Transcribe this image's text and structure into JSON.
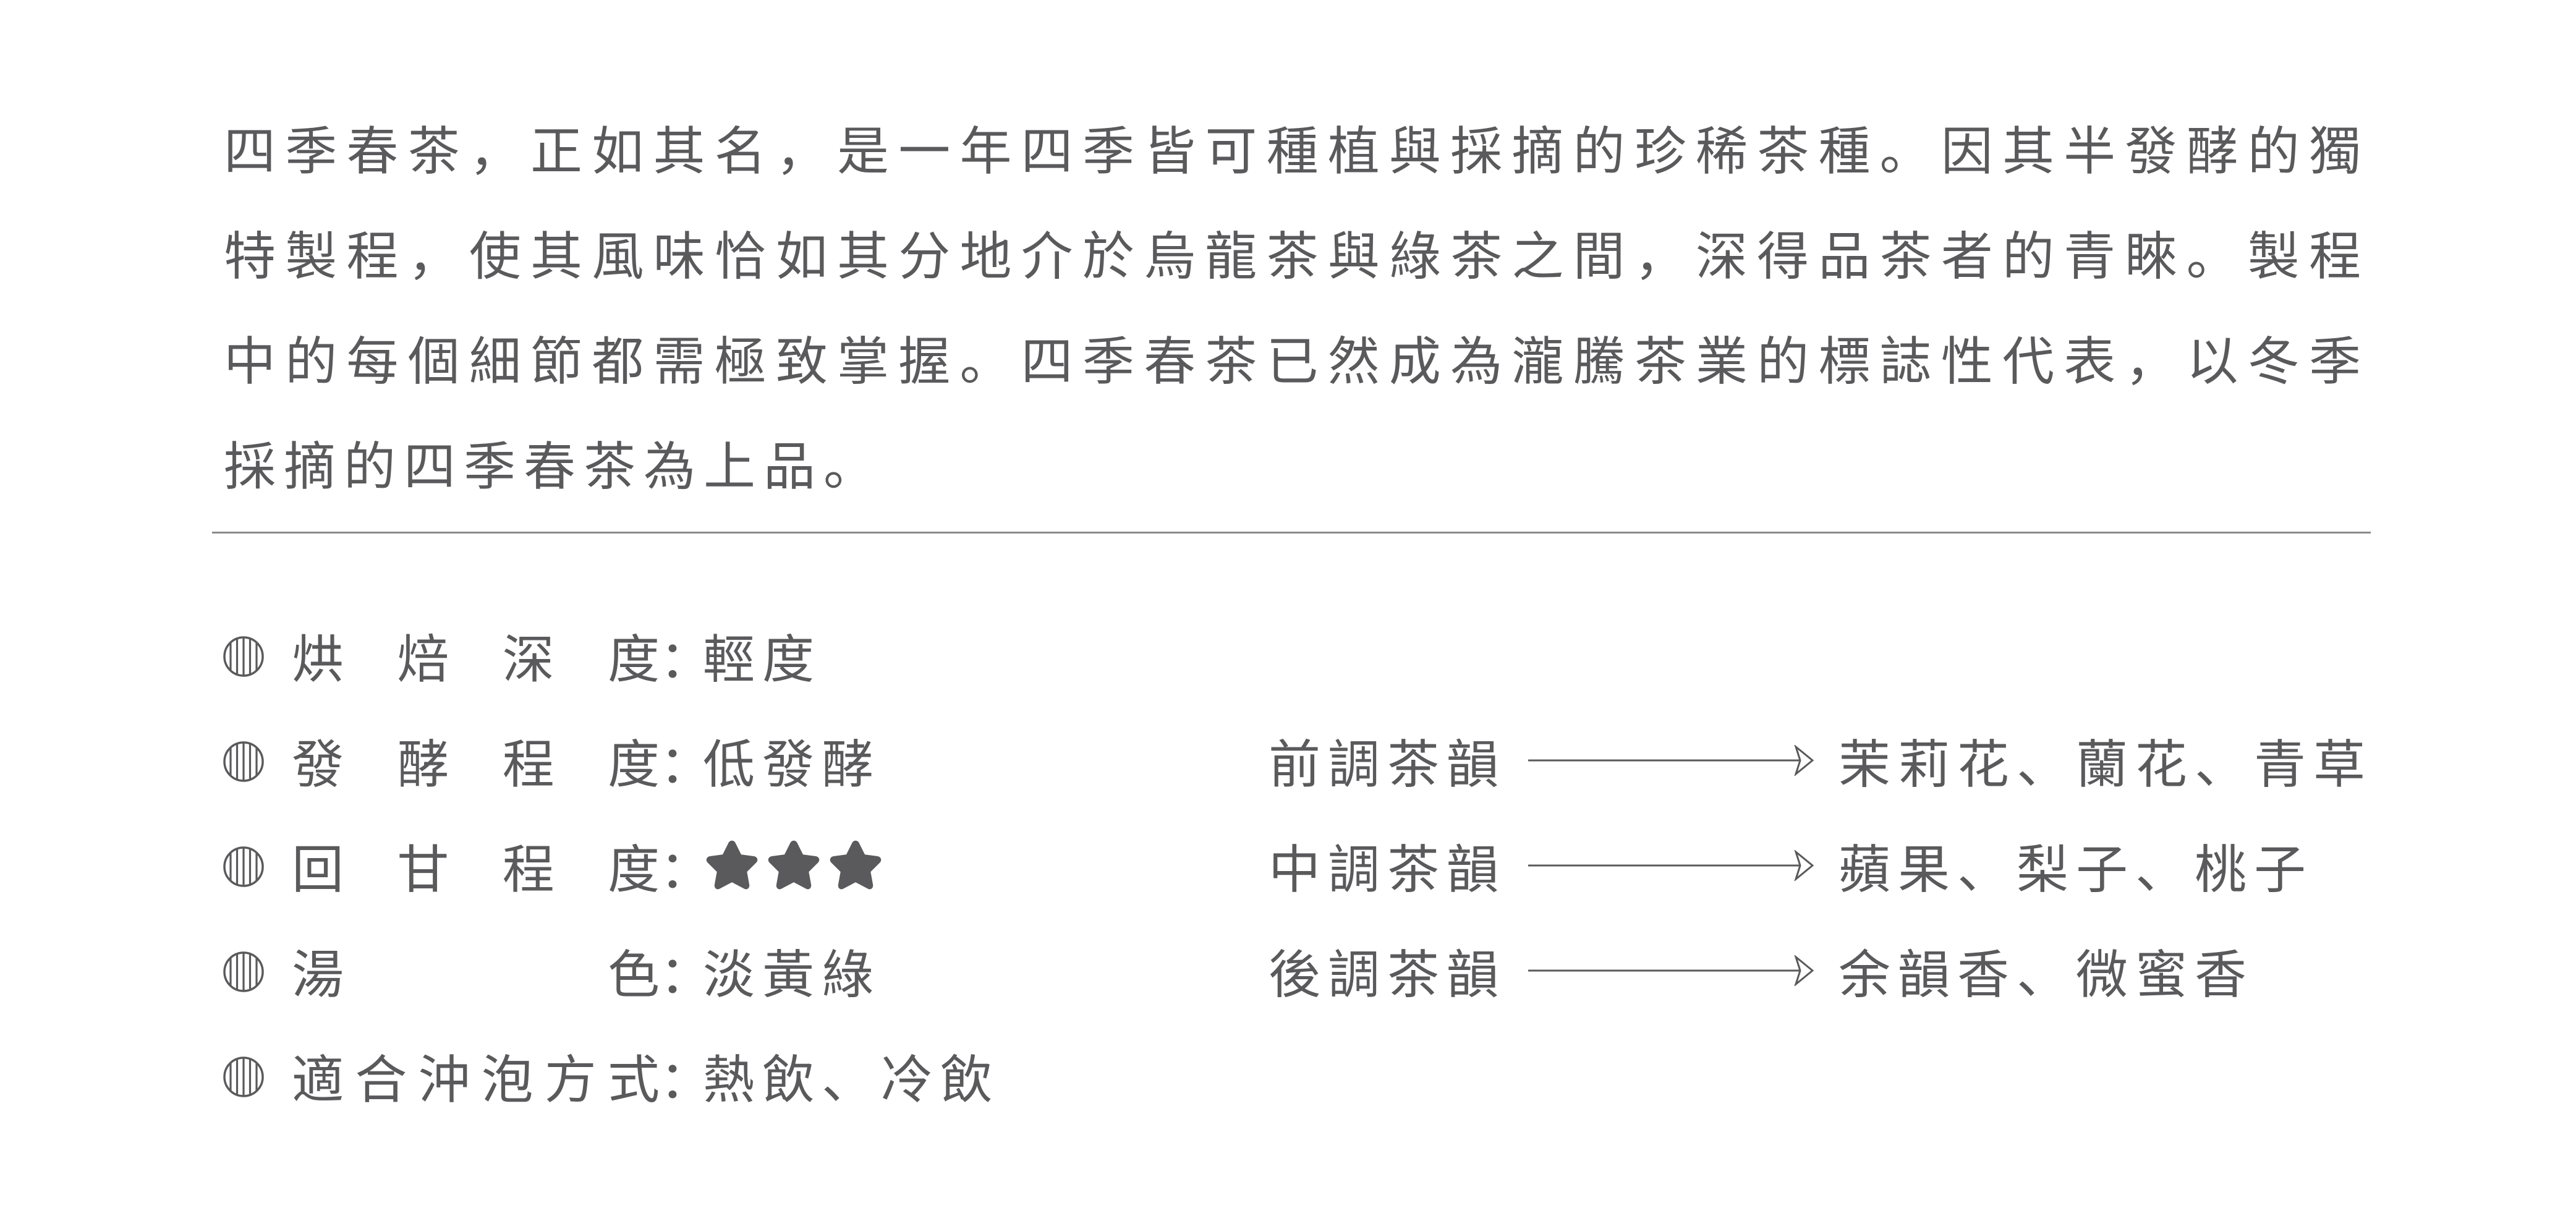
{
  "intro": {
    "paragraph": "四季春茶，正如其名，是一年四季皆可種植與採摘的珍稀茶種。因其半發酵的獨特製程，使其風味恰如其分地介於烏龍茶與綠茶之間，深得品茶者的青睞。製程中的每個細節都需極致掌握。四季春茶已然成為瀧騰茶業的標誌性代表，以冬季採摘的四季春茶為上品。"
  },
  "specs": {
    "bullet_icon": "striped-circle-icon",
    "colon": "：",
    "items": [
      {
        "label_chars": [
          "烘",
          "焙",
          "深",
          "度"
        ],
        "value": "輕度"
      },
      {
        "label_chars": [
          "發",
          "酵",
          "程",
          "度"
        ],
        "value": "低發酵"
      },
      {
        "label_chars": [
          "回",
          "甘",
          "程",
          "度"
        ],
        "value": "",
        "rating": 3,
        "rating_icon": "star-icon"
      },
      {
        "label_chars": [
          "湯",
          "色"
        ],
        "value": "淡黃綠"
      },
      {
        "label_chars": [
          "適",
          "合",
          "沖",
          "泡",
          "方",
          "式"
        ],
        "value": "熱飲、冷飲"
      }
    ]
  },
  "notes": {
    "arrow_icon": "arrow-right-icon",
    "items": [
      {
        "label": "前調茶韻",
        "value": "茉莉花、蘭花、青草"
      },
      {
        "label": "中調茶韻",
        "value": "蘋果、梨子、桃子"
      },
      {
        "label": "後調茶韻",
        "value": "余韻香、微蜜香"
      }
    ]
  },
  "colors": {
    "text": "#5a595b",
    "divider": "#8a8a8c",
    "background": "#ffffff"
  }
}
